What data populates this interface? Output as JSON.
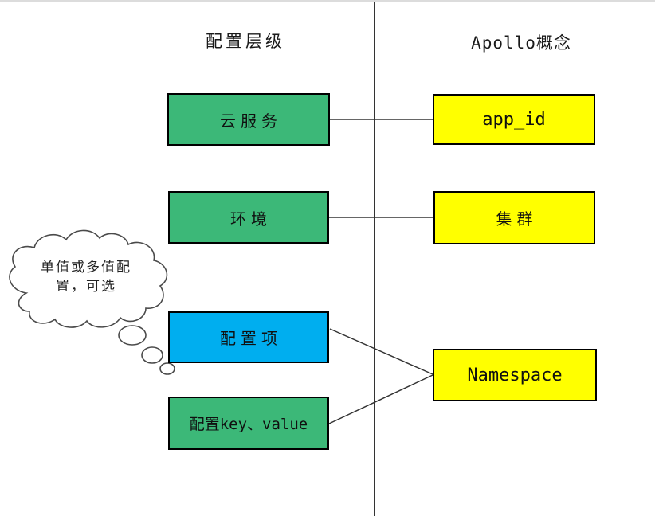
{
  "page": {
    "headers": {
      "left": "配置层级",
      "right": "Apollo概念"
    },
    "hierarchy_boxes": [
      {
        "label": "云服务",
        "fill": "#3cb878"
      },
      {
        "label": "环境",
        "fill": "#3cb878"
      },
      {
        "label": "配置项",
        "fill": "#00aeef"
      },
      {
        "label": "配置key、value",
        "fill": "#3cb878"
      }
    ],
    "apollo_boxes": [
      {
        "label": "app_id",
        "fill": "#ffff00"
      },
      {
        "label": "集群",
        "fill": "#ffff00"
      },
      {
        "label": "Namespace",
        "fill": "#ffff00"
      }
    ],
    "thought_bubble": {
      "text": "单值或多值配置，可选"
    },
    "colors": {
      "green": "#3cb878",
      "blue": "#00aeef",
      "yellow": "#ffff00",
      "line": "#333333",
      "cloud_stroke": "#4a4a4a"
    }
  }
}
